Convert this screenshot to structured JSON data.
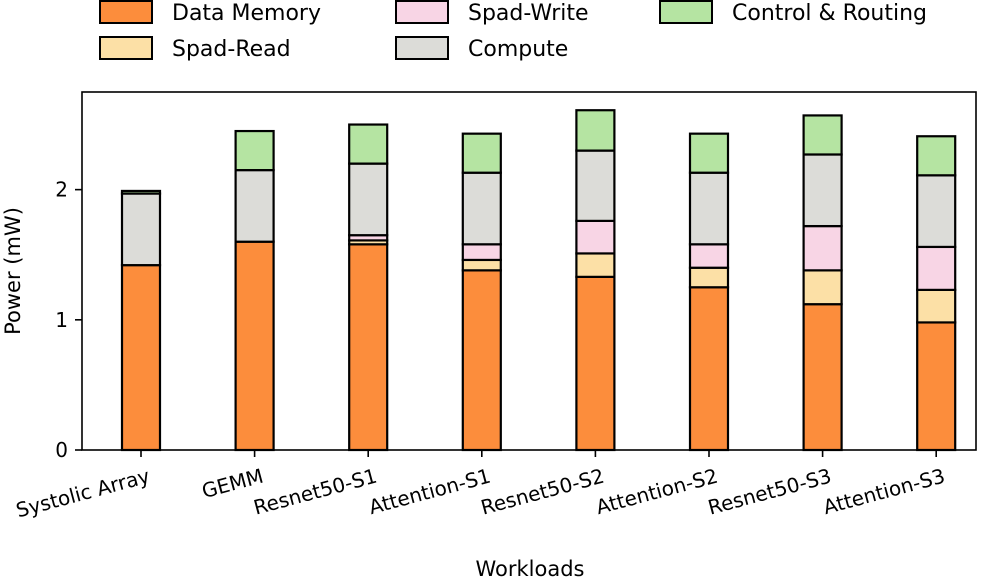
{
  "chart_data": {
    "type": "bar",
    "stacked": true,
    "title": "",
    "xlabel": "Workloads",
    "ylabel": "Power (mW)",
    "ylim": [
      0,
      2.75
    ],
    "yticks": [
      0,
      1,
      2
    ],
    "grid": false,
    "legend_position": "top",
    "categories": [
      "Systolic Array",
      "GEMM",
      "Resnet50-S1",
      "Attention-S1",
      "Resnet50-S2",
      "Attention-S2",
      "Resnet50-S3",
      "Attention-S3"
    ],
    "series": [
      {
        "name": "Data Memory",
        "color": "#FC8D3C",
        "values": [
          1.42,
          1.6,
          1.58,
          1.38,
          1.33,
          1.25,
          1.12,
          0.98
        ]
      },
      {
        "name": "Spad-Read",
        "color": "#FCE0A6",
        "values": [
          0.0,
          0.0,
          0.03,
          0.08,
          0.18,
          0.15,
          0.26,
          0.25
        ]
      },
      {
        "name": "Spad-Write",
        "color": "#F8D5E5",
        "values": [
          0.0,
          0.0,
          0.04,
          0.12,
          0.25,
          0.18,
          0.34,
          0.33
        ]
      },
      {
        "name": "Compute",
        "color": "#DCDCD8",
        "values": [
          0.55,
          0.55,
          0.55,
          0.55,
          0.54,
          0.55,
          0.55,
          0.55
        ]
      },
      {
        "name": "Control & Routing",
        "color": "#B5E4A2",
        "values": [
          0.02,
          0.3,
          0.3,
          0.3,
          0.31,
          0.3,
          0.3,
          0.3
        ]
      }
    ]
  }
}
